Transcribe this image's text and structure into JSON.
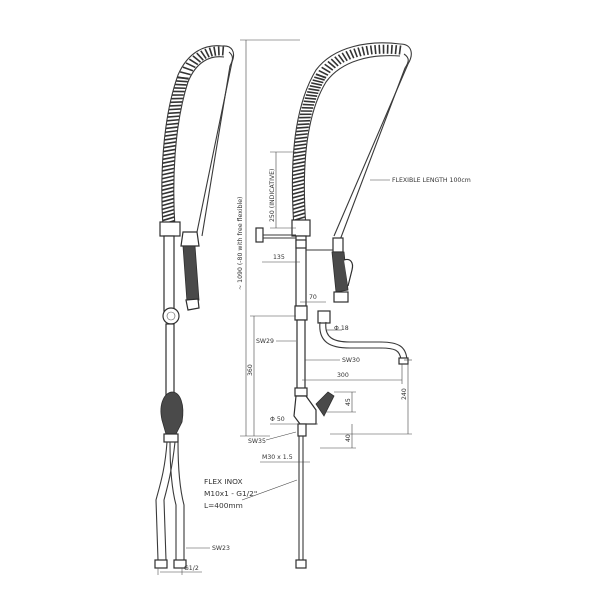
{
  "labels": {
    "flexible_length": "FLEXIBLE LENGTH 100cm",
    "height_total": "~ 1090 (-80 with free flexible)",
    "indicative": "250 (INDICATIVE)",
    "d135": "135",
    "d70": "70",
    "phi18": "Φ 18",
    "sw29": "SW29",
    "sw30": "SW30",
    "d300": "300",
    "d360": "360",
    "d240": "240",
    "d45": "45",
    "phi50": "Φ 50",
    "d40": "40",
    "sw35": "SW35",
    "m30": "M30 x 1.5",
    "flex_title": "FLEX INOX",
    "flex_thread": "M10x1 - G1/2\"",
    "flex_length": "L=400mm",
    "sw23": "SW23",
    "g12": "G1/2"
  }
}
